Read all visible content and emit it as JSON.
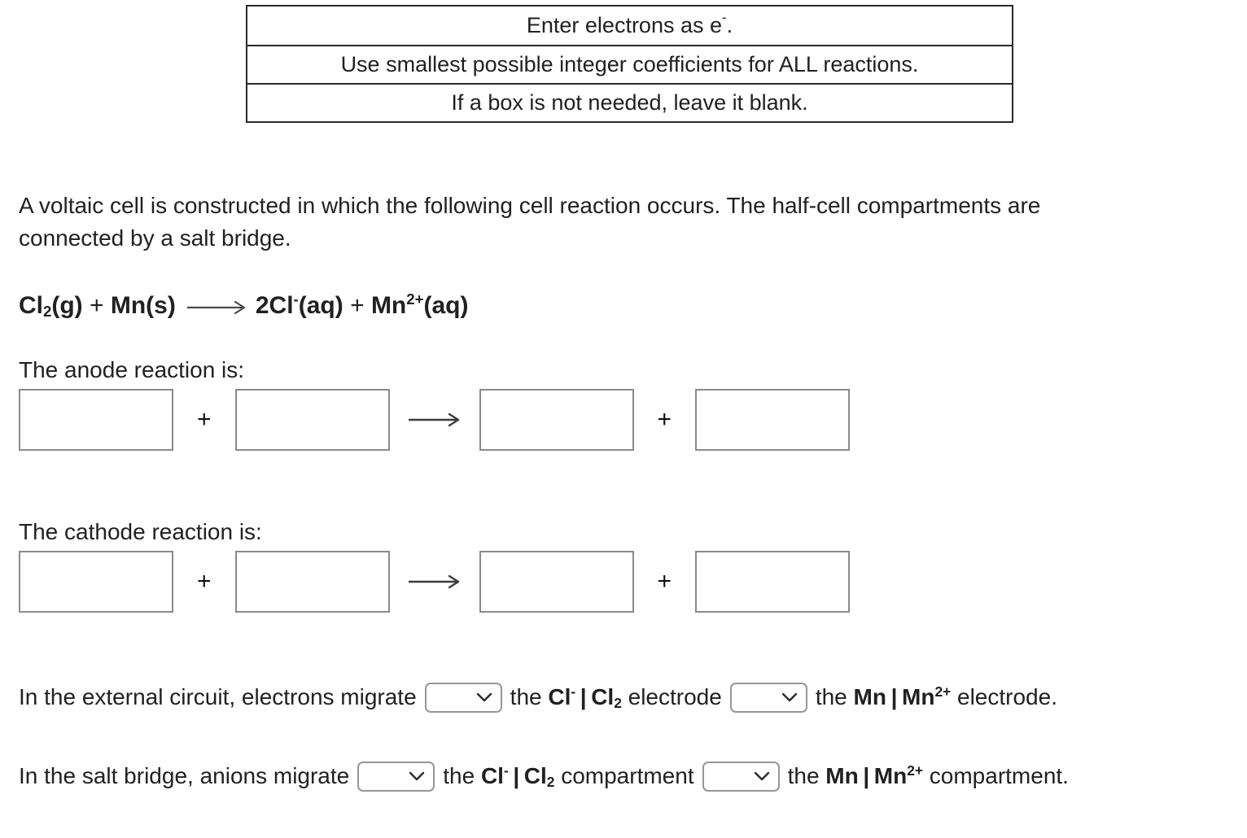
{
  "instructions": {
    "rows": [
      [
        {
          "t": "Enter electrons as e"
        },
        {
          "t": "-",
          "sup": true
        },
        {
          "t": "."
        }
      ],
      [
        {
          "t": "Use smallest possible integer coefficients for ALL reactions."
        }
      ],
      [
        {
          "t": "If a box is not needed, leave it blank."
        }
      ]
    ]
  },
  "intro": {
    "line1": "A voltaic cell is constructed in which the following cell reaction occurs. The half-cell compartments are",
    "line2": "connected by a salt bridge."
  },
  "equation": {
    "lhs": [
      {
        "t": "Cl",
        "b": true
      },
      {
        "t": "2",
        "b": true,
        "sub": true
      },
      {
        "t": "(g)",
        "b": true
      },
      {
        "t": " + "
      },
      {
        "t": "Mn(s)",
        "b": true
      }
    ],
    "rhs": [
      {
        "t": "2Cl",
        "b": true
      },
      {
        "t": "-",
        "b": true,
        "sup": true
      },
      {
        "t": "(aq)",
        "b": true
      },
      {
        "t": " + "
      },
      {
        "t": "Mn",
        "b": true
      },
      {
        "t": "2+",
        "b": true,
        "sup": true
      },
      {
        "t": "(aq)",
        "b": true
      }
    ]
  },
  "anode": {
    "label": "The anode reaction is:",
    "plus": "+",
    "boxes": [
      {
        "value": ""
      },
      {
        "value": ""
      },
      {
        "value": ""
      },
      {
        "value": ""
      }
    ]
  },
  "cathode": {
    "label": "The cathode reaction is:",
    "plus": "+",
    "boxes": [
      {
        "value": ""
      },
      {
        "value": ""
      },
      {
        "value": ""
      },
      {
        "value": ""
      }
    ]
  },
  "external_circuit": {
    "prefix": "In the external circuit, electrons migrate",
    "dropdown1": {
      "value": "",
      "icon": "chevron-down"
    },
    "mid": [
      {
        "t": "the "
      },
      {
        "t": "Cl",
        "b": true
      },
      {
        "t": "-",
        "b": true,
        "sup": true
      },
      {
        "t": " | Cl",
        "b": true
      },
      {
        "t": "2",
        "b": true,
        "sub": true
      },
      {
        "t": " electrode"
      }
    ],
    "dropdown2": {
      "value": "",
      "icon": "chevron-down"
    },
    "suffix": [
      {
        "t": "the "
      },
      {
        "t": "Mn | Mn",
        "b": true
      },
      {
        "t": "2+",
        "b": true,
        "sup": true
      },
      {
        "t": " electrode."
      }
    ]
  },
  "salt_bridge": {
    "prefix": "In the salt bridge, anions migrate",
    "dropdown1": {
      "value": "",
      "icon": "chevron-down"
    },
    "mid": [
      {
        "t": "the "
      },
      {
        "t": "Cl",
        "b": true
      },
      {
        "t": "-",
        "b": true,
        "sup": true
      },
      {
        "t": " | Cl",
        "b": true
      },
      {
        "t": "2",
        "b": true,
        "sub": true
      },
      {
        "t": " compartment"
      }
    ],
    "dropdown2": {
      "value": "",
      "icon": "chevron-down"
    },
    "suffix": [
      {
        "t": "the "
      },
      {
        "t": "Mn | Mn",
        "b": true
      },
      {
        "t": "2+",
        "b": true,
        "sup": true
      },
      {
        "t": " compartment."
      }
    ]
  },
  "colors": {
    "text": "#212121",
    "table_border": "#2a2a2a",
    "box_border": "#8a8a8a",
    "dropdown_border": "#979797",
    "arrow": "#3c3c3c",
    "background": "#ffffff"
  }
}
